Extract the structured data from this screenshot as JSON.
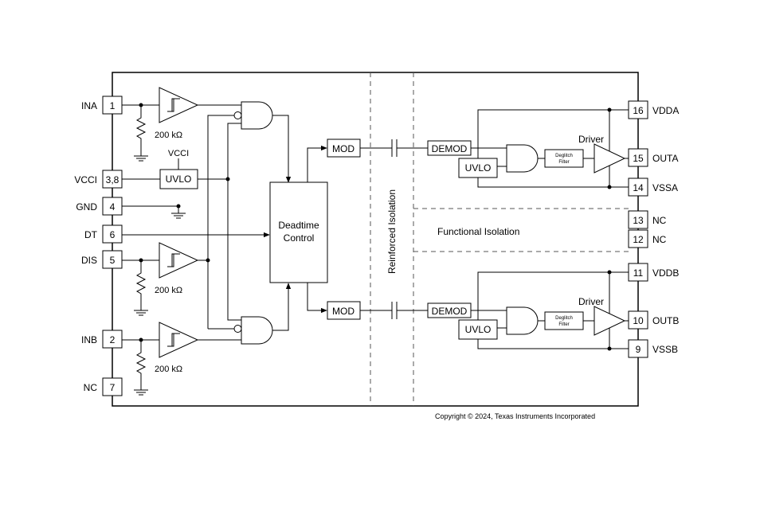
{
  "pins_left": [
    {
      "name": "INA",
      "num": "1"
    },
    {
      "name": "VCCI",
      "num": "3,8"
    },
    {
      "name": "GND",
      "num": "4"
    },
    {
      "name": "DT",
      "num": "6"
    },
    {
      "name": "DIS",
      "num": "5"
    },
    {
      "name": "INB",
      "num": "2"
    },
    {
      "name": "NC",
      "num": "7"
    }
  ],
  "pins_right": [
    {
      "name": "VDDA",
      "num": "16"
    },
    {
      "name": "OUTA",
      "num": "15"
    },
    {
      "name": "VSSA",
      "num": "14"
    },
    {
      "name": "NC",
      "num": "13"
    },
    {
      "name": "NC",
      "num": "12"
    },
    {
      "name": "VDDB",
      "num": "11"
    },
    {
      "name": "OUTB",
      "num": "10"
    },
    {
      "name": "VSSB",
      "num": "9"
    }
  ],
  "labels": {
    "resistor": "200 kΩ",
    "vcci": "VCCI",
    "uvlo": "UVLO",
    "deadtime_line1": "Deadtime",
    "deadtime_line2": "Control",
    "mod": "MOD",
    "demod": "DEMOD",
    "driver": "Driver",
    "deglitch_line1": "Deglitch",
    "deglitch_line2": "Filter",
    "reinforced": "Reinforced Isolation",
    "functional": "Functional Isolation",
    "copyright": "Copyright © 2024, Texas Instruments Incorporated"
  }
}
